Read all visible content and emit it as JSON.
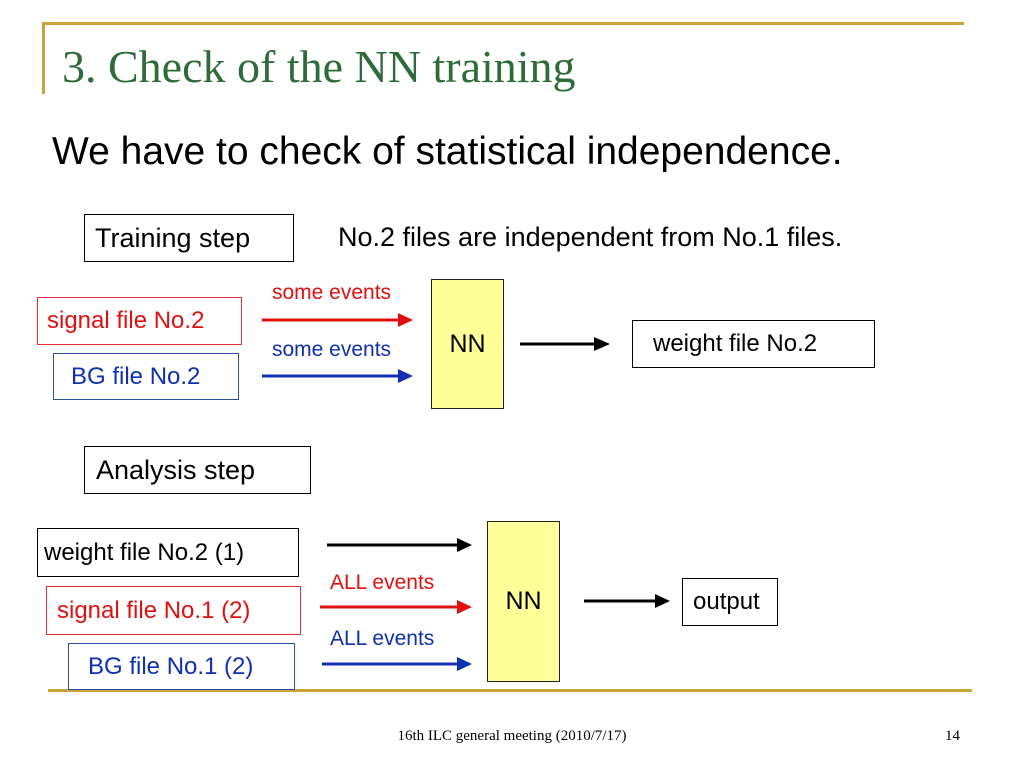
{
  "slide": {
    "title": "3. Check of the NN training",
    "subtitle": "We have to check of statistical independence.",
    "note": "No.2 files are independent from No.1 files.",
    "footer": "16th ILC general meeting (2010/7/17)",
    "page_number": "14"
  },
  "training": {
    "heading": "Training step",
    "signal_file": "signal file No.2",
    "bg_file": "BG file No.2",
    "signal_arrow_label": "some events",
    "bg_arrow_label": "some events",
    "nn_label": "NN",
    "output_file": "weight file No.2"
  },
  "analysis": {
    "heading": "Analysis step",
    "weight_file": "weight file No.2 (1)",
    "signal_file": "signal file No.1 (2)",
    "bg_file": "BG file No.1 (2)",
    "signal_arrow_label": "ALL events",
    "bg_arrow_label": "ALL events",
    "nn_label": "NN",
    "output": "output"
  },
  "colors": {
    "title": "#2e6b3a",
    "frame": "#c9a43a",
    "signal": "#e01010",
    "background": "#1030b0",
    "nn_fill": "#ffff99"
  }
}
